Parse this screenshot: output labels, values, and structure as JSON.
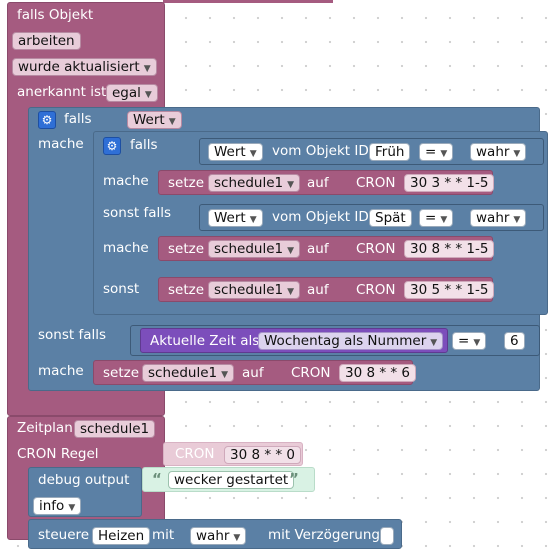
{
  "trigger": {
    "falls_objekt": "falls Objekt",
    "object_name": "arbeiten",
    "event_option": "wurde aktualisiert",
    "ack_label": "anerkannt ist",
    "ack_option": "egal"
  },
  "outer_if": {
    "falls_label": "falls",
    "wert_option": "Wert",
    "mache_label": "mache",
    "sonst_falls_label": "sonst falls",
    "mache2_label": "mache"
  },
  "inner_if": {
    "falls_label": "falls",
    "mache_label": "mache",
    "sonst_falls_label": "sonst falls",
    "mache2_label": "mache",
    "sonst_label": "sonst"
  },
  "cond1": {
    "wert": "Wert",
    "vom_objekt": "vom Objekt ID",
    "object_id": "Früh",
    "op": "=",
    "value": "wahr"
  },
  "cond2": {
    "wert": "Wert",
    "vom_objekt": "vom Objekt ID",
    "object_id": "Spät",
    "op": "=",
    "value": "wahr"
  },
  "setze_rows": [
    {
      "setze": "setze",
      "var": "schedule1",
      "auf": "auf",
      "cron_label": "CRON",
      "cron_value": "30 3 * * 1-5"
    },
    {
      "setze": "setze",
      "var": "schedule1",
      "auf": "auf",
      "cron_label": "CRON",
      "cron_value": "30 8 * * 1-5"
    },
    {
      "setze": "setze",
      "var": "schedule1",
      "auf": "auf",
      "cron_label": "CRON",
      "cron_value": "30 5 * * 1-5"
    },
    {
      "setze": "setze",
      "var": "schedule1",
      "auf": "auf",
      "cron_label": "CRON",
      "cron_value": "30 8 * * 6"
    }
  ],
  "time_cond": {
    "label": "Aktuelle Zeit als",
    "option": "Wochentag als Nummer",
    "op": "=",
    "value": "6"
  },
  "schedule": {
    "zeitplan": "Zeitplan",
    "var": "schedule1",
    "cron_regel": "CRON Regel",
    "cron_label": "CRON",
    "cron_value": "30 8 * * 0"
  },
  "debug": {
    "label": "debug output",
    "text": "wecker gestartet",
    "level": "info"
  },
  "steuere": {
    "label": "steuere",
    "object": "Heizen",
    "mit": "mit",
    "value": "wahr",
    "delay_label": "mit Verzögerung"
  }
}
